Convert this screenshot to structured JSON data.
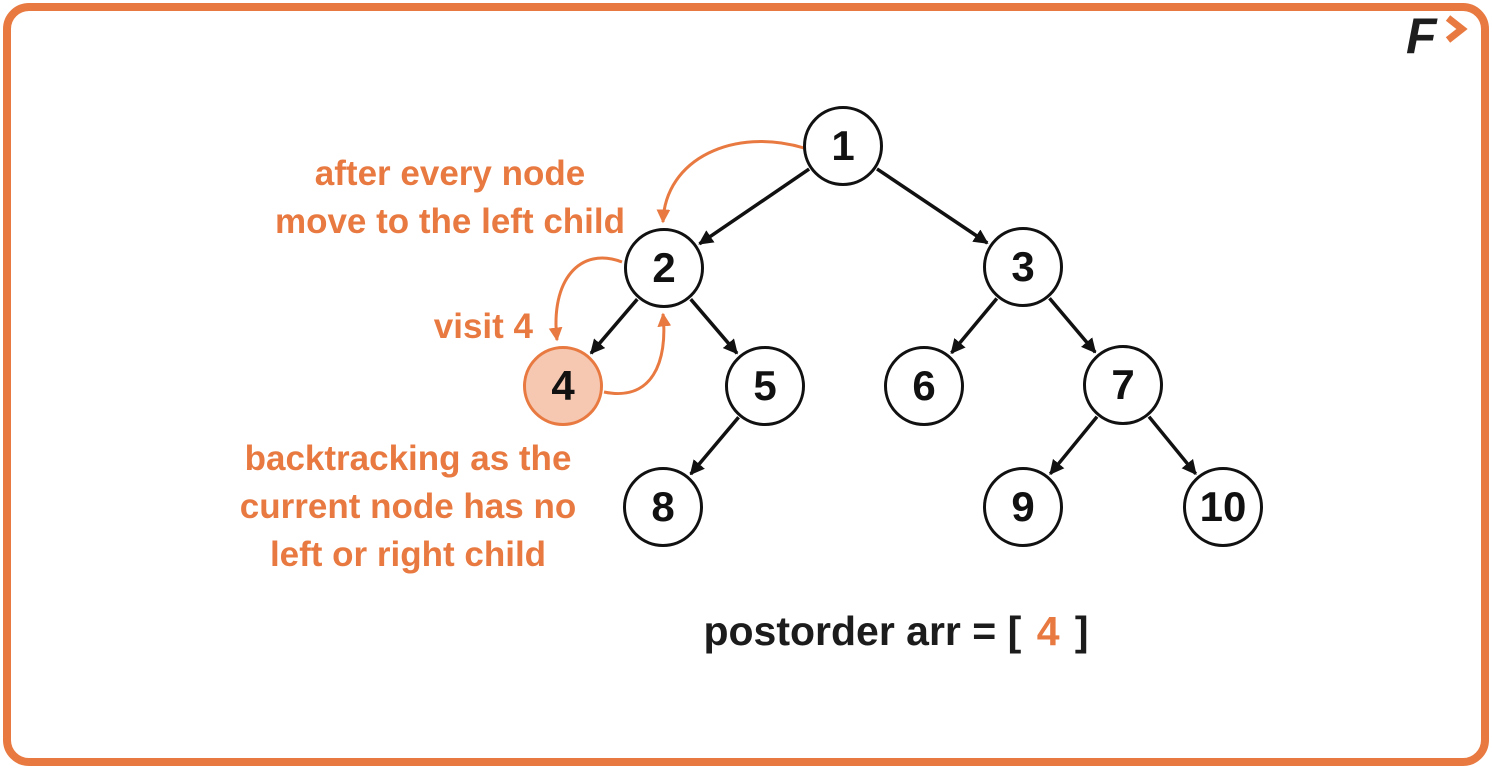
{
  "brand": {
    "letter": "F",
    "chevron_icon": "chevron-right",
    "accent_color": "#e87a41"
  },
  "annotations": {
    "move_left": {
      "lines": [
        "after every node",
        "move to the left child"
      ]
    },
    "visit": {
      "text": "visit 4"
    },
    "backtrack": {
      "lines": [
        "backtracking as the",
        "current node has no",
        "left or right child"
      ]
    }
  },
  "tree": {
    "nodes": [
      {
        "label": "1",
        "highlighted": false
      },
      {
        "label": "2",
        "highlighted": false
      },
      {
        "label": "3",
        "highlighted": false
      },
      {
        "label": "4",
        "highlighted": true
      },
      {
        "label": "5",
        "highlighted": false
      },
      {
        "label": "6",
        "highlighted": false
      },
      {
        "label": "7",
        "highlighted": false
      },
      {
        "label": "8",
        "highlighted": false
      },
      {
        "label": "9",
        "highlighted": false
      },
      {
        "label": "10",
        "highlighted": false
      }
    ],
    "edges": [
      [
        "1",
        "2"
      ],
      [
        "1",
        "3"
      ],
      [
        "2",
        "4"
      ],
      [
        "2",
        "5"
      ],
      [
        "3",
        "6"
      ],
      [
        "3",
        "7"
      ],
      [
        "5",
        "8"
      ],
      [
        "7",
        "9"
      ],
      [
        "7",
        "10"
      ]
    ],
    "traversal_arrows": [
      {
        "from": "1",
        "to": "2"
      },
      {
        "from": "2",
        "to": "4"
      },
      {
        "from": "4",
        "to": "2"
      }
    ]
  },
  "result": {
    "prefix": "postorder arr = [",
    "value": "4",
    "suffix": "]"
  },
  "colors": {
    "accent": "#e87a41",
    "highlight_fill": "#f6c8b1",
    "node_stroke": "#111111",
    "text_black": "#1c1c1c"
  }
}
